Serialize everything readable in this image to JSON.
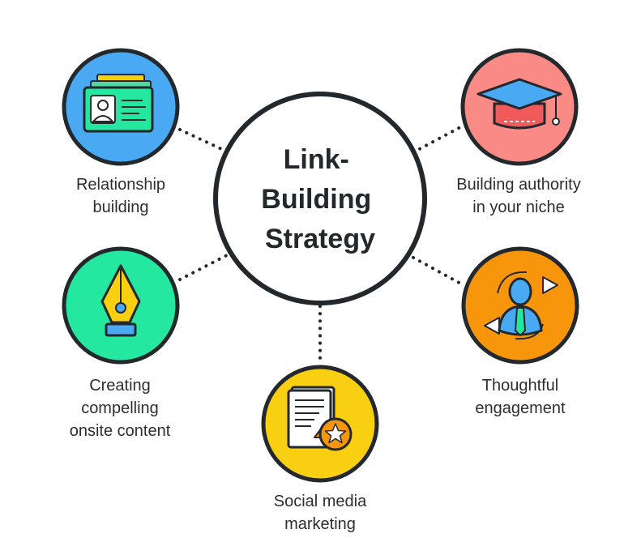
{
  "center": {
    "title_lines": [
      "Link-",
      "Building",
      "Strategy"
    ]
  },
  "nodes": {
    "relationship": {
      "label_lines": [
        "Relationship",
        "building"
      ],
      "color": "#4aa9f3",
      "icon": "id-card-icon"
    },
    "authority": {
      "label_lines": [
        "Building authority",
        "in your niche"
      ],
      "color": "#f98a86",
      "icon": "graduation-cap-icon"
    },
    "content": {
      "label_lines": [
        "Creating",
        "compelling",
        "onsite content"
      ],
      "color": "#25e8a0",
      "icon": "fountain-pen-icon"
    },
    "engagement": {
      "label_lines": [
        "Thoughtful",
        "engagement"
      ],
      "color": "#f7960b",
      "icon": "person-engagement-icon"
    },
    "social": {
      "label_lines": [
        "Social media",
        "marketing"
      ],
      "color": "#f9cf11",
      "icon": "document-star-icon"
    }
  },
  "colors": {
    "outline": "#23282d",
    "connector": "#23282d"
  }
}
